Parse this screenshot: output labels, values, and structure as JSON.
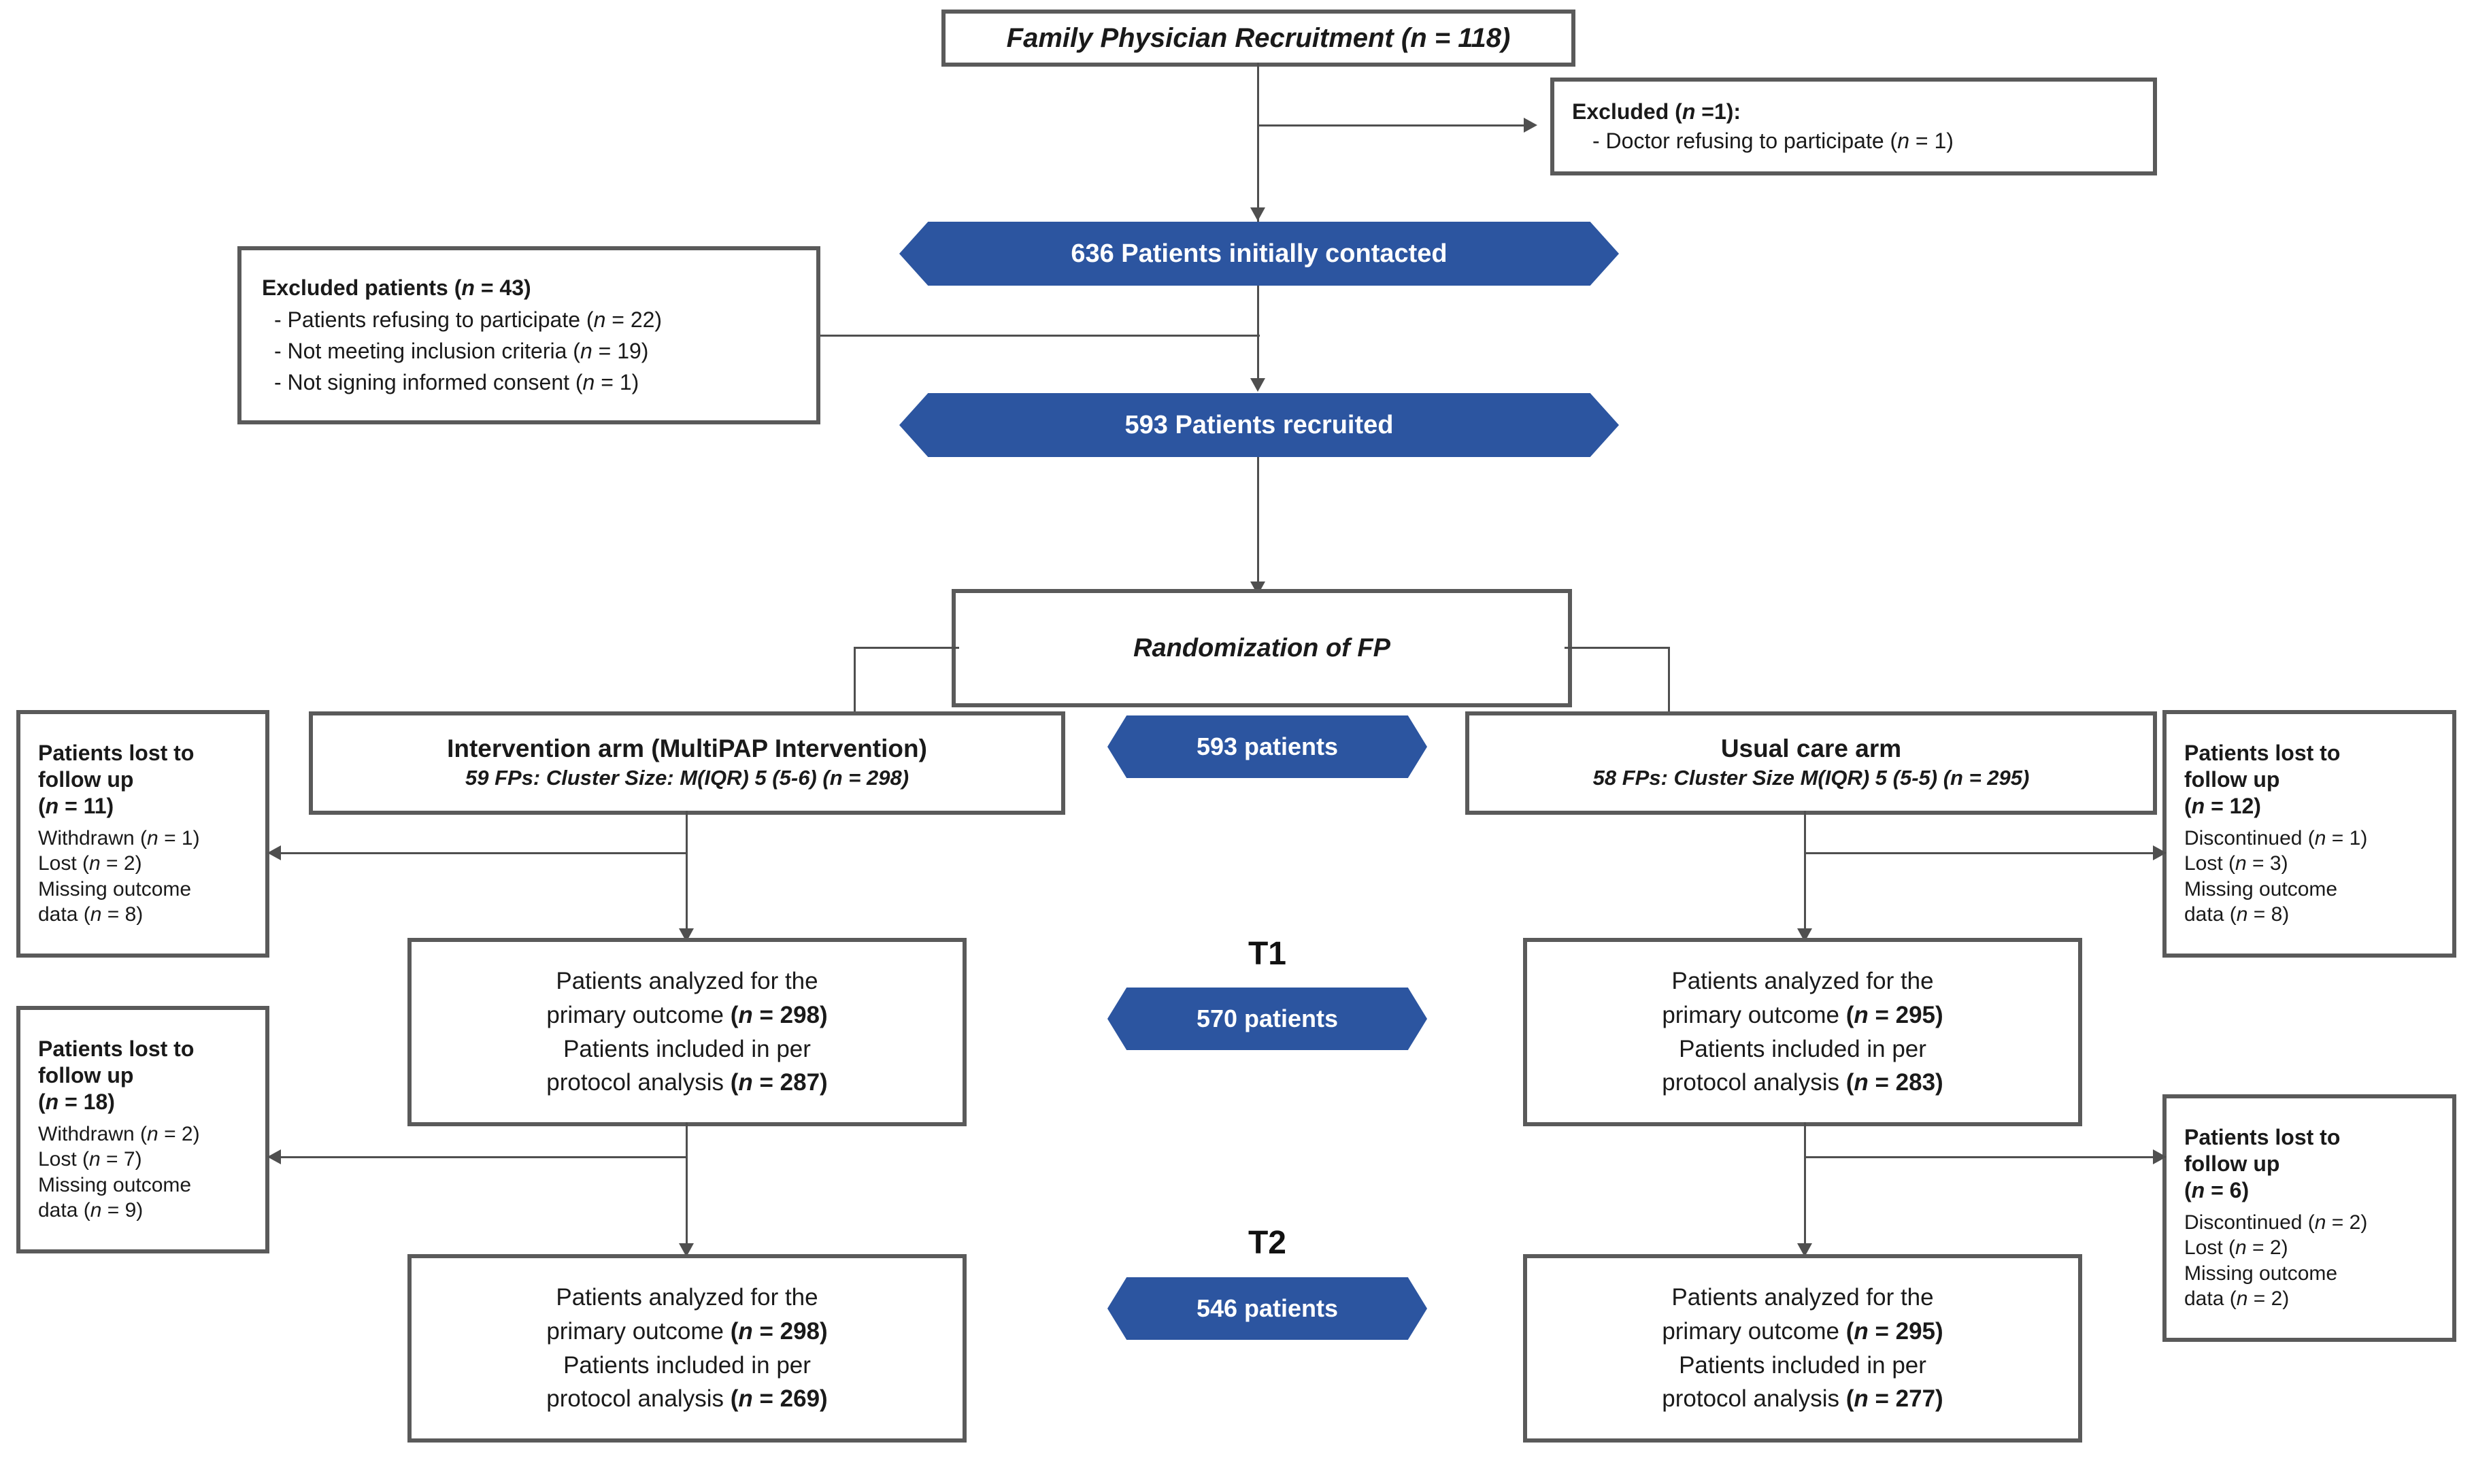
{
  "diagram": {
    "type": "consort-flow-diagram",
    "accent_blue": "#2c55a0",
    "box_border": "#5a5a5a",
    "connector_color": "#4f4f4f"
  },
  "recruitment": {
    "title": "Family Physician Recruitment (n = 118)"
  },
  "excluded_physicians": {
    "heading": "Excluded (n =1):",
    "items": [
      "-   Doctor refusing to participate (n = 1)"
    ]
  },
  "contacted": {
    "label": "636  Patients initially contacted"
  },
  "excluded_patients": {
    "heading": "Excluded  patients (n = 43)",
    "items": [
      "-   Patients refusing to participate (n = 22)",
      "-   Not meeting inclusion criteria (n = 19)",
      "-   Not signing informed consent (n = 1)"
    ]
  },
  "recruited": {
    "label": "593  Patients recruited"
  },
  "randomization": {
    "label": "Randomization of FP"
  },
  "arms": {
    "intervention": {
      "title": "Intervention arm (MultiPAP Intervention)",
      "subtitle": "59 FPs: Cluster Size: M(IQR) 5 (5-6) (n = 298)"
    },
    "usual_care": {
      "title": "Usual care arm",
      "subtitle": "58 FPs: Cluster Size M(IQR) 5 (5-5) (n = 295)"
    }
  },
  "hexagons": {
    "randomized": "593 patients",
    "t1": "570 patients",
    "t2": "546 patients"
  },
  "timepoints": {
    "t1": "T1",
    "t2": "T2"
  },
  "lost": {
    "int_t1": {
      "title_l1": "Patients lost to",
      "title_l2": "follow up",
      "title_l3": "(n = 11)",
      "lines": [
        "Withdrawn (n = 1)",
        "Lost (n = 2)",
        "Missing outcome",
        "data (n = 8)"
      ]
    },
    "int_t2": {
      "title_l1": "Patients lost to",
      "title_l2": "follow up",
      "title_l3": "(n = 18)",
      "lines": [
        "Withdrawn (n = 2)",
        "Lost (n = 7)",
        "Missing outcome",
        "data (n = 9)"
      ]
    },
    "uc_t1": {
      "title_l1": "Patients lost to",
      "title_l2": "follow up",
      "title_l3": "(n = 12)",
      "lines": [
        "Discontinued (n = 1)",
        "Lost (n = 3)",
        "Missing outcome",
        "data (n = 8)"
      ]
    },
    "uc_t2": {
      "title_l1": "Patients lost to",
      "title_l2": "follow up",
      "title_l3": "(n = 6)",
      "lines": [
        "Discontinued (n = 2)",
        "Lost (n = 2)",
        "Missing outcome",
        "data (n = 2)"
      ]
    }
  },
  "analysis": {
    "int_t1": {
      "l1": "Patients analyzed for the",
      "l2": "primary outcome (n = 298)",
      "l3": "Patients included in per",
      "l4": "protocol analysis (n = 287)"
    },
    "uc_t1": {
      "l1": "Patients analyzed for the",
      "l2": "primary outcome (n = 295)",
      "l3": "Patients included in per",
      "l4": "protocol analysis (n = 283)"
    },
    "int_t2": {
      "l1": "Patients analyzed for the",
      "l2": "primary outcome (n = 298)",
      "l3": "Patients included in per",
      "l4": "protocol analysis (n = 269)"
    },
    "uc_t2": {
      "l1": "Patients analyzed for the",
      "l2": "primary outcome (n = 295)",
      "l3": "Patients included in per",
      "l4": "protocol analysis (n = 277)"
    }
  }
}
